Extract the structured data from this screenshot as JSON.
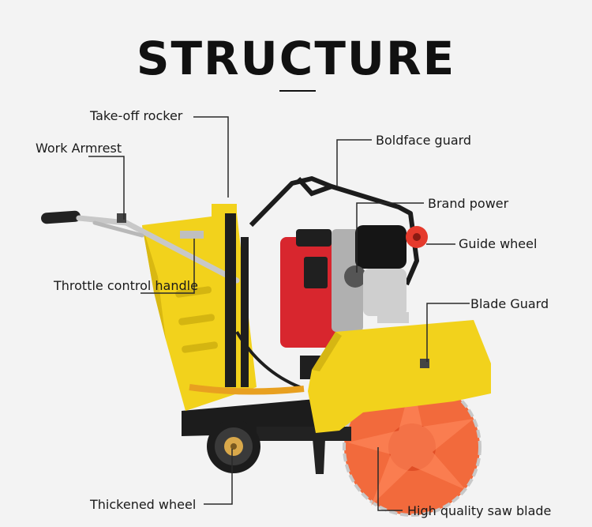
{
  "title": "STRUCTURE",
  "labels": {
    "takeoff_rocker": "Take-off rocker",
    "work_armrest": "Work Armrest",
    "boldface_guard": "Boldface guard",
    "brand_power": "Brand power",
    "guide_wheel": "Guide wheel",
    "throttle_handle": "Throttle control handle",
    "blade_guard": "Blade Guard",
    "thickened_wheel": "Thickened wheel",
    "saw_blade": "High quality saw blade"
  },
  "colors": {
    "frame_yellow": "#f2d21c",
    "engine_red": "#d8262e",
    "blade_orange": "#f26a3c",
    "dark": "#1c1c1c",
    "leader_line": "#2a2a2a"
  }
}
